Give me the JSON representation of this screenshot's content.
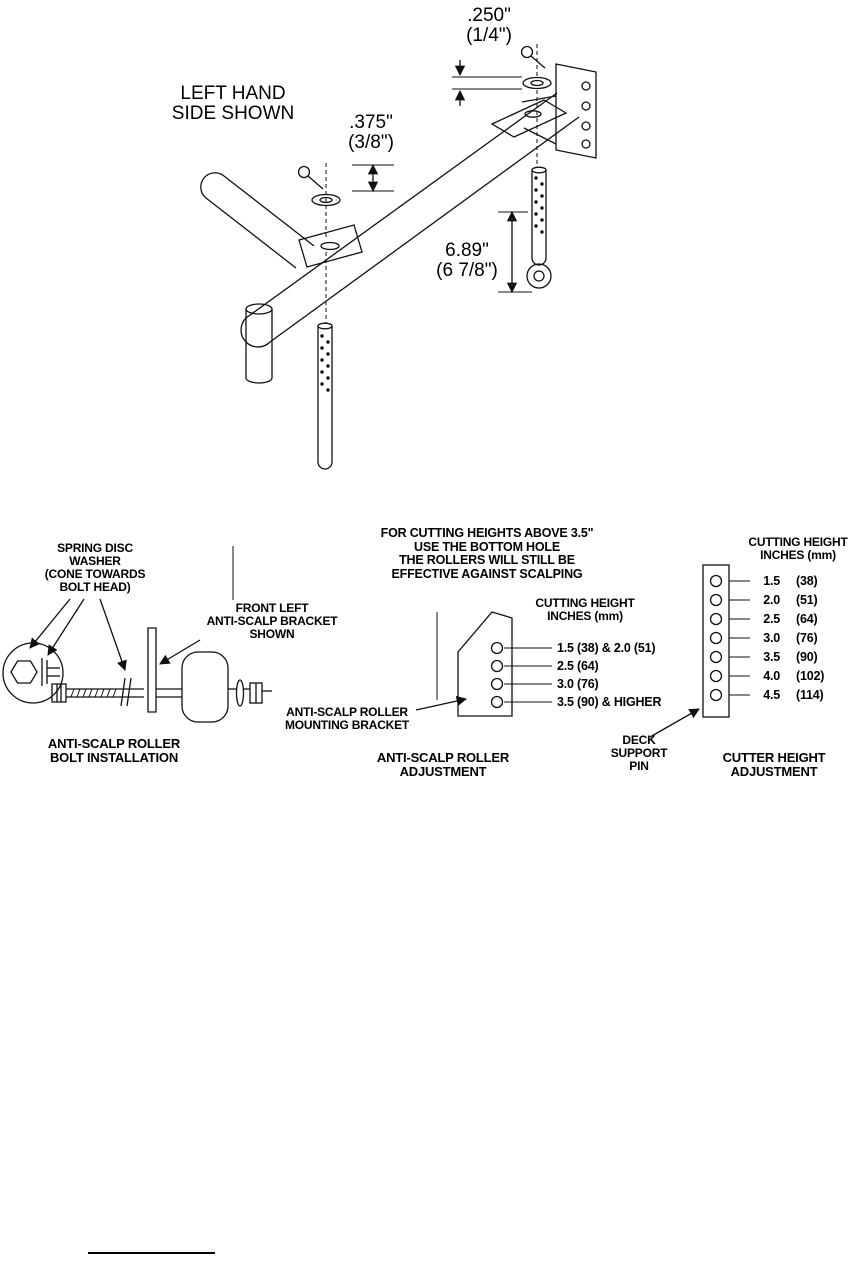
{
  "top_diagram": {
    "dim_quarter": {
      "value": ".250\"",
      "alt": "(1/4\")"
    },
    "view_label": {
      "line1": "LEFT HAND",
      "line2": "SIDE SHOWN"
    },
    "dim_three_eighths": {
      "value": ".375\"",
      "alt": "(3/8\")"
    },
    "dim_rod": {
      "value": "6.89\"",
      "alt": "(6 7/8\")"
    }
  },
  "bolt_installation": {
    "washer_note": {
      "line1": "SPRING DISC",
      "line2": "WASHER",
      "line3": "(CONE TOWARDS",
      "line4": "BOLT HEAD)"
    },
    "bracket_note": {
      "line1": "FRONT LEFT",
      "line2": "ANTI-SCALP BRACKET",
      "line3": "SHOWN"
    },
    "caption": {
      "line1": "ANTI-SCALP ROLLER",
      "line2": "BOLT INSTALLATION"
    }
  },
  "roller_adjustment": {
    "note": {
      "line1": "FOR CUTTING HEIGHTS ABOVE 3.5\"",
      "line2": "USE THE BOTTOM HOLE",
      "line3": "THE ROLLERS WILL STILL BE",
      "line4": "EFFECTIVE AGAINST SCALPING"
    },
    "header": {
      "line1": "CUTTING HEIGHT",
      "line2": "INCHES (mm)"
    },
    "rows": [
      "1.5 (38) & 2.0 (51)",
      "2.5 (64)",
      "3.0 (76)",
      "3.5 (90) & HIGHER"
    ],
    "bracket_label": {
      "line1": "ANTI-SCALP ROLLER",
      "line2": "MOUNTING BRACKET"
    },
    "caption": {
      "line1": "ANTI-SCALP ROLLER",
      "line2": "ADJUSTMENT"
    }
  },
  "cutter_height": {
    "header": {
      "line1": "CUTTING HEIGHT",
      "line2": "INCHES (mm)"
    },
    "rows": [
      {
        "inches": "1.5",
        "mm": "(38)"
      },
      {
        "inches": "2.0",
        "mm": "(51)"
      },
      {
        "inches": "2.5",
        "mm": "(64)"
      },
      {
        "inches": "3.0",
        "mm": "(76)"
      },
      {
        "inches": "3.5",
        "mm": "(90)"
      },
      {
        "inches": "4.0",
        "mm": "(102)"
      },
      {
        "inches": "4.5",
        "mm": "(114)"
      }
    ],
    "pin_label": {
      "line1": "DECK",
      "line2": "SUPPORT",
      "line3": "PIN"
    },
    "caption": {
      "line1": "CUTTER HEIGHT",
      "line2": "ADJUSTMENT"
    }
  }
}
